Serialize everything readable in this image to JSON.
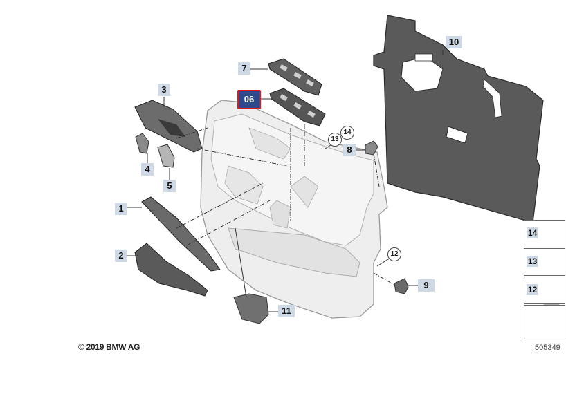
{
  "callouts": {
    "c1": "1",
    "c2": "2",
    "c3": "3",
    "c4": "4",
    "c5": "5",
    "c6": "06",
    "c7": "7",
    "c8": "8",
    "c9": "9",
    "c10": "10",
    "c11": "11",
    "c12": "12",
    "c13": "13",
    "c14": "14"
  },
  "legend": {
    "item14": "14",
    "item13": "13",
    "item12": "12"
  },
  "copyright": "© 2019 BMW AG",
  "diagram_id": "505349",
  "colors": {
    "callout_bg": "#cfd9e6",
    "selected_bg": "#2d4a8a",
    "selected_border": "#e01a1a",
    "panel_fill": "#555555",
    "door_fill": "#eeeeee"
  }
}
